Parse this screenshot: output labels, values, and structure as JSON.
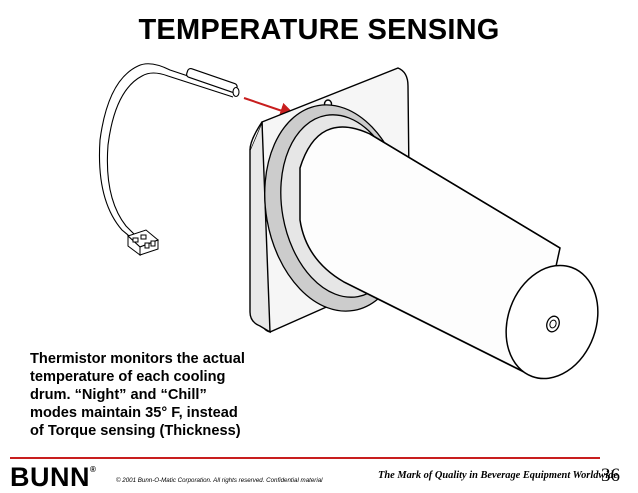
{
  "slide": {
    "title": "TEMPERATURE SENSING",
    "caption_lines": [
      "Thermistor monitors the actual",
      "temperature of each cooling",
      "drum. “Night” and “Chill”",
      "modes maintain 35° F, instead",
      "of Torque sensing (Thickness)"
    ]
  },
  "footer": {
    "logo": "BUNN",
    "logo_mark": "®",
    "copyright": "© 2001 Bunn-O-Matic Corporation. All rights reserved. Confidential material",
    "tagline": "The Mark of Quality in Beverage Equipment Worldwide",
    "page_number": "36"
  },
  "colors": {
    "accent": "#c81e1e",
    "line": "#000000",
    "flange_shade": "#cccccc"
  }
}
